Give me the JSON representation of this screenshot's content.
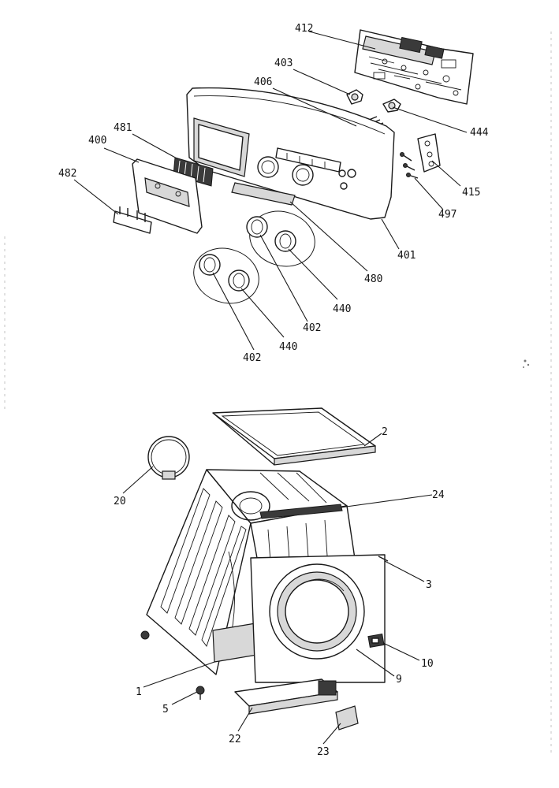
{
  "callouts": {
    "c412": "412",
    "c403": "403",
    "c406": "406",
    "c444": "444",
    "c481": "481",
    "c400": "400",
    "c482": "482",
    "c415": "415",
    "c497": "497",
    "c401": "401",
    "c480": "480",
    "c440a": "440",
    "c402a": "402",
    "c440b": "440",
    "c402b": "402",
    "c2": "2",
    "c20": "20",
    "c24": "24",
    "c3": "3",
    "c10": "10",
    "c9": "9",
    "c1": "1",
    "c5": "5",
    "c22": "22",
    "c23": "23"
  }
}
